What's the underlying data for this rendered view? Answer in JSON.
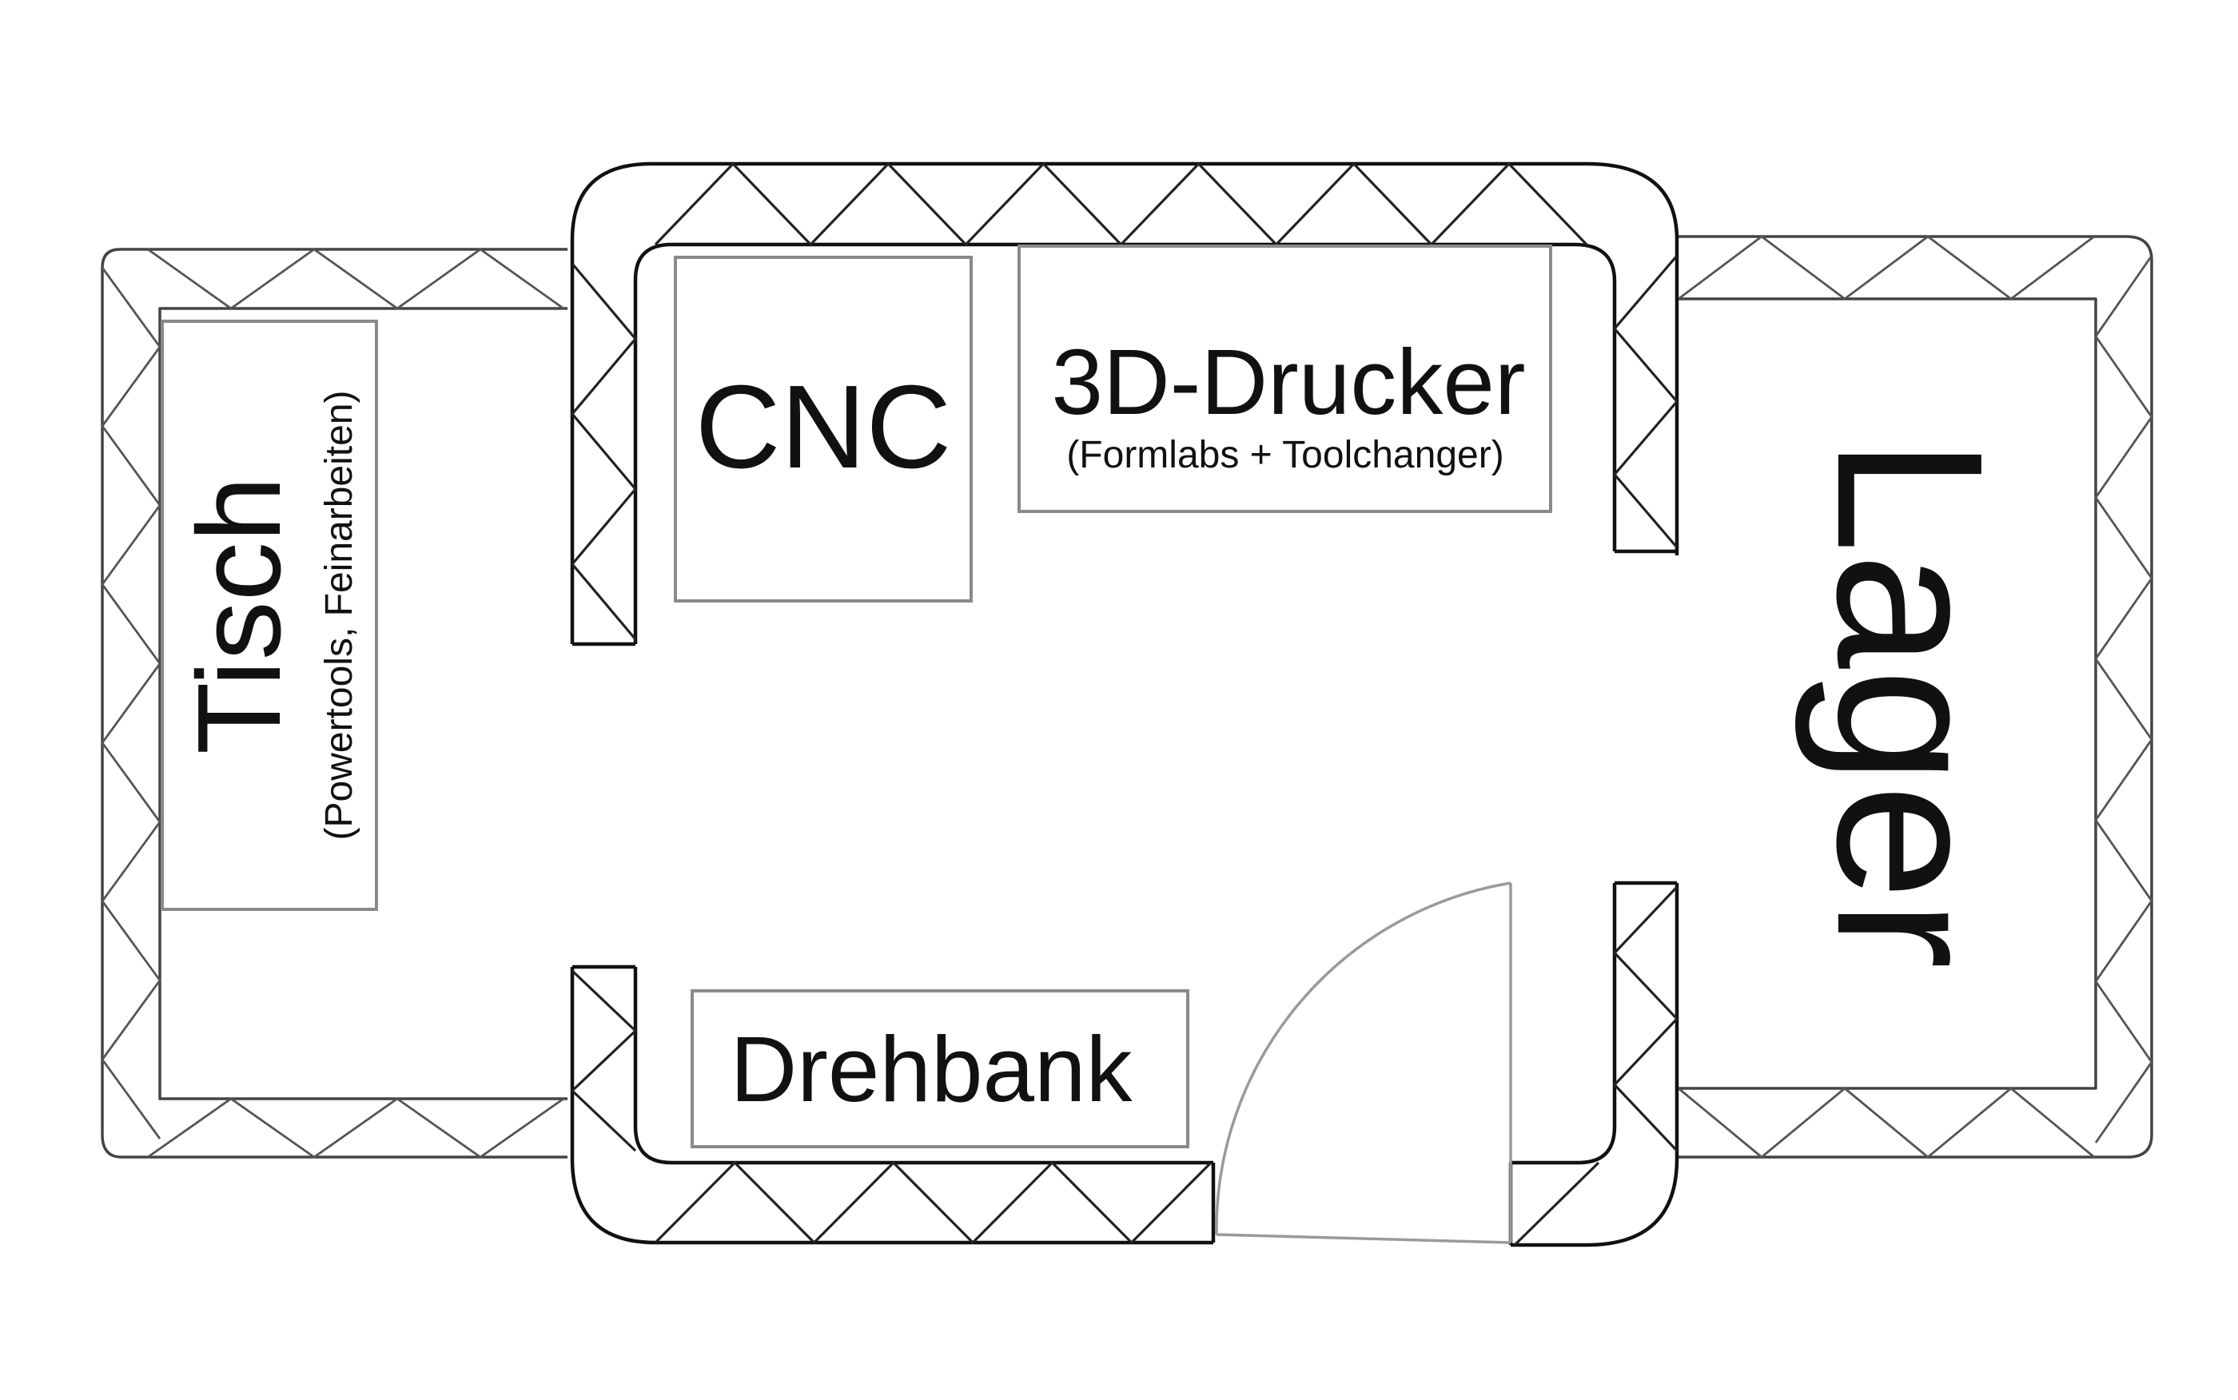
{
  "rooms": {
    "tisch": {
      "title": "Tisch",
      "subtitle": "(Powertools, Feinarbeiten)"
    },
    "cnc": {
      "title": "CNC"
    },
    "drucker": {
      "title": "3D-Drucker",
      "subtitle": "(Formlabs + Toolchanger)"
    },
    "drehbank": {
      "title": "Drehbank"
    },
    "lager": {
      "title": "Lager"
    }
  },
  "colors": {
    "wall": "#111111",
    "box": "#8a8a8a",
    "door": "#9a9a9a"
  }
}
